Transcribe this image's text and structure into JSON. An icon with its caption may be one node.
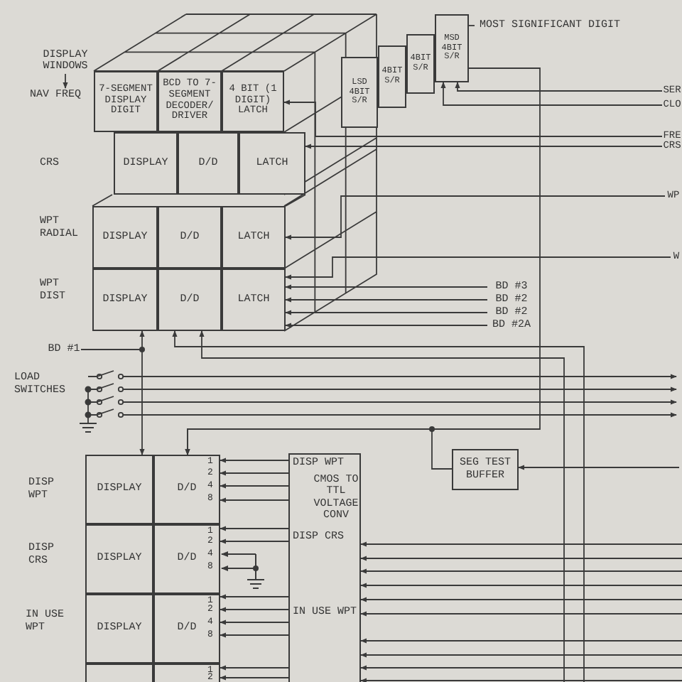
{
  "diagram": {
    "nodes": [
      {
        "text": [
          "DISPLAY WINDOWS"
        ]
      },
      {
        "text": [
          "NAV FREQ"
        ]
      },
      {
        "text": [
          "7-SEGMENT DISPLAY DIGIT"
        ]
      },
      {
        "text": [
          "BCD TO 7-SEGMENT DECODER/ DRIVER"
        ]
      },
      {
        "text": [
          "4 BIT (1 DIGIT) LATCH"
        ]
      },
      {
        "text": [
          "DISPLAY"
        ]
      },
      {
        "text": [
          "D/D"
        ]
      },
      {
        "text": [
          "LATCH"
        ]
      },
      {
        "text": [
          "DISPLAY"
        ]
      },
      {
        "text": [
          "D/D"
        ]
      },
      {
        "text": [
          "LATCH"
        ]
      },
      {
        "text": [
          "DISPLAY"
        ]
      },
      {
        "text": [
          "D/D"
        ]
      },
      {
        "text": [
          "LATCH"
        ]
      },
      {
        "text": [
          "LSD 4BIT S/R"
        ]
      },
      {
        "text": [
          "4BIT S/R"
        ]
      },
      {
        "text": [
          "4BIT S/R"
        ]
      },
      {
        "text": [
          "MSD 4BIT S/R"
        ]
      },
      {
        "text": [
          "MOST SIGNIFICANT DIGIT"
        ]
      },
      {
        "text": [
          "DISPLAY"
        ]
      },
      {
        "text": [
          "D/D"
        ]
      },
      {
        "text": [
          "DISPLAY"
        ]
      },
      {
        "text": [
          "D/D"
        ]
      },
      {
        "text": [
          "DISPLAY"
        ]
      },
      {
        "text": [
          "D/D"
        ]
      },
      {
        "text": [
          "DISP WPT",
          "CMOS TO TTL VOLTAGE CONV",
          "DISP CRS",
          "IN USE WPT"
        ]
      },
      {
        "text": [
          "SEG TEST BUFFER"
        ]
      },
      {
        "text": [
          "SER"
        ]
      },
      {
        "text": [
          "CLO"
        ]
      },
      {
        "text": [
          "FRE"
        ]
      },
      {
        "text": [
          "CRS"
        ]
      },
      {
        "text": [
          "WP"
        ]
      },
      {
        "text": [
          "W"
        ]
      },
      {
        "text": [
          "BD #3"
        ]
      },
      {
        "text": [
          "BD #2"
        ]
      },
      {
        "text": [
          "BD #2"
        ]
      },
      {
        "text": [
          "BD #2A"
        ]
      },
      {
        "text": [
          "BD #1"
        ]
      },
      {
        "text": [],
        "shape": "box"
      },
      {
        "text": [],
        "shape": "box"
      }
    ],
    "edges": [
      {
        "from": 0,
        "to": 1,
        "arrow": "to"
      },
      {
        "from": 18,
        "to": 17,
        "arrow": "none"
      },
      {
        "from": 27,
        "to": 17,
        "arrow": "to"
      },
      {
        "from": 28,
        "to": 17,
        "arrow": "to"
      },
      {
        "from": 29,
        "to": 4,
        "arrow": "to"
      },
      {
        "from": 30,
        "to": 7,
        "arrow": "to"
      },
      {
        "from": 31,
        "to": 10,
        "arrow": "to"
      },
      {
        "from": 32,
        "to": 13,
        "arrow": "to"
      },
      {
        "from": 33,
        "to": 13,
        "arrow": "to"
      },
      {
        "from": 34,
        "to": 13,
        "arrow": "to"
      },
      {
        "from": 35,
        "to": 13,
        "arrow": "to"
      },
      {
        "from": 36,
        "to": 13,
        "arrow": "to"
      },
      {
        "from": 37,
        "to": 11,
        "arrow": "to"
      },
      {
        "from": 37,
        "to": 19,
        "arrow": "to"
      },
      {
        "from": 26,
        "to": 20,
        "arrow": "to"
      },
      {
        "from": null,
        "to": 26,
        "arrow": "to"
      },
      {
        "from": 17,
        "to": 20,
        "arrow": "to"
      },
      {
        "from": 25,
        "to": 20,
        "arrow": "to"
      },
      {
        "from": 25,
        "to": 20,
        "arrow": "to"
      },
      {
        "from": 25,
        "to": 20,
        "arrow": "to"
      },
      {
        "from": 25,
        "to": 20,
        "arrow": "to"
      },
      {
        "from": 25,
        "to": 22,
        "arrow": "to"
      },
      {
        "from": 25,
        "to": 22,
        "arrow": "to"
      },
      {
        "from": 25,
        "to": 24,
        "arrow": "to"
      },
      {
        "from": 25,
        "to": 24,
        "arrow": "to"
      },
      {
        "from": 25,
        "to": 24,
        "arrow": "to"
      },
      {
        "from": 25,
        "to": 24,
        "arrow": "to"
      },
      {
        "from": 25,
        "to": 39,
        "arrow": "to"
      },
      {
        "from": 25,
        "to": 39,
        "arrow": "to"
      },
      {
        "from": null,
        "to": 25,
        "arrow": "to"
      },
      {
        "from": null,
        "to": 25,
        "arrow": "to"
      },
      {
        "from": null,
        "to": 25,
        "arrow": "to"
      },
      {
        "from": null,
        "to": 25,
        "arrow": "to"
      },
      {
        "from": null,
        "to": 25,
        "arrow": "to"
      },
      {
        "from": null,
        "to": 25,
        "arrow": "to"
      },
      {
        "from": null,
        "to": 25,
        "arrow": "to"
      },
      {
        "from": null,
        "to": 25,
        "arrow": "to"
      },
      {
        "from": null,
        "to": 25,
        "arrow": "to"
      },
      {
        "from": null,
        "to": 25,
        "arrow": "to"
      },
      {
        "from": null,
        "to": 12,
        "arrow": "to"
      },
      {
        "from": null,
        "to": 12,
        "arrow": "to"
      }
    ],
    "labels": [
      "CRS",
      "WPT RADIAL",
      "WPT DIST",
      "LOAD SWITCHES",
      "DISP WPT",
      "1",
      "2",
      "4",
      "8",
      "DISP CRS",
      "1",
      "2",
      "4",
      "8",
      "IN USE WPT",
      "1",
      "2",
      "4",
      "8",
      "1",
      "2"
    ]
  }
}
